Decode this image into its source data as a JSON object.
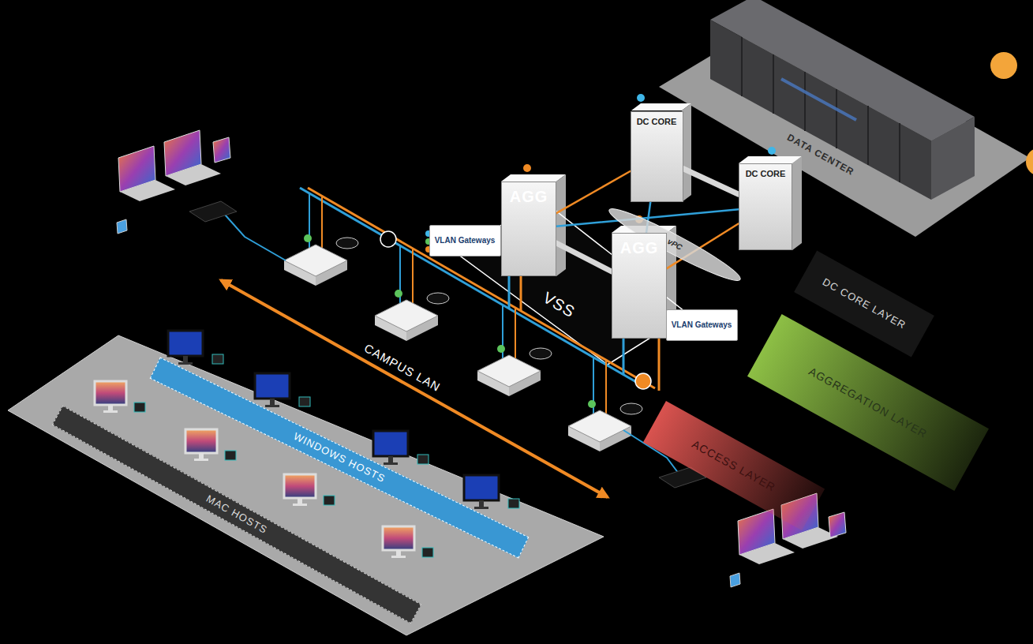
{
  "diagram": {
    "nodes": [
      {
        "text": [
          "DATA CENTER"
        ]
      },
      {
        "text": [
          "DC CORE"
        ]
      },
      {
        "text": [
          "DC CORE"
        ]
      },
      {
        "text": [
          "vPC"
        ]
      },
      {
        "text": [
          "VSS"
        ]
      },
      {
        "text": [
          "AGG"
        ],
        "in": 4
      },
      {
        "text": [
          "AGG"
        ],
        "in": 4
      },
      {
        "text": [
          "VLAN Gateways"
        ]
      },
      {
        "text": [
          "VLAN Gateways"
        ]
      },
      {
        "text": [
          "DC CORE LAYER"
        ]
      },
      {
        "text": [
          "AGGREGATION LAYER"
        ]
      },
      {
        "text": [
          "ACCESS LAYER"
        ]
      },
      {
        "text": [
          "WINDOWS HOSTS"
        ]
      },
      {
        "text": [
          "MAC HOSTS"
        ]
      }
    ],
    "edges": [
      {
        "from": 5,
        "to": 1,
        "arrow": "none"
      },
      {
        "from": 5,
        "to": 2,
        "arrow": "none"
      },
      {
        "from": 6,
        "to": 1,
        "arrow": "none"
      },
      {
        "from": 6,
        "to": 2,
        "arrow": "none"
      },
      {
        "from": 1,
        "to": 2,
        "arrow": "none"
      },
      {
        "from": 5,
        "to": 6,
        "arrow": "none"
      }
    ],
    "labels": [
      "CAMPUS LAN"
    ]
  }
}
